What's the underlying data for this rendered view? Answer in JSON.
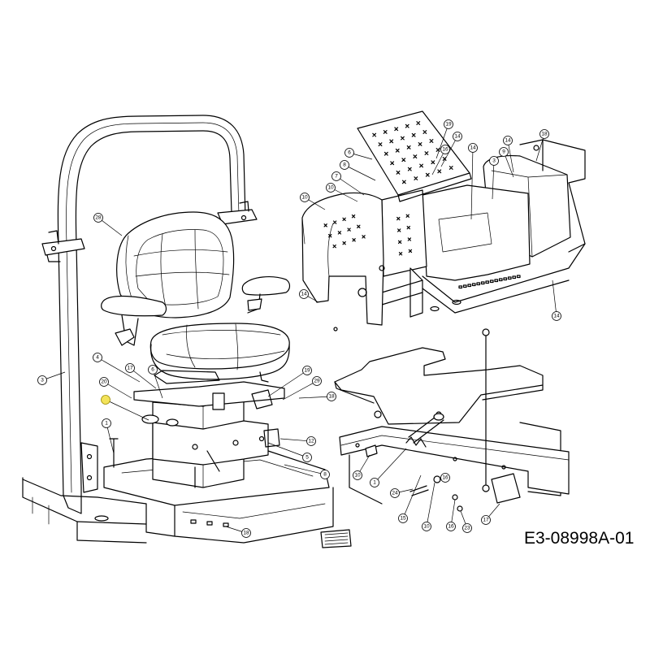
{
  "diagram": {
    "reference_code": "E3-08998A-01",
    "callouts": [
      "3",
      "28",
      "4",
      "17",
      "20",
      "6",
      "1",
      "19",
      "29",
      "18",
      "12",
      "5",
      "8",
      "18",
      "19",
      "14",
      "16",
      "14",
      "14",
      "18",
      "6",
      "8",
      "7",
      "10",
      "10",
      "3",
      "9",
      "14",
      "14",
      "10",
      "1",
      "24",
      "15",
      "10",
      "16",
      "16",
      "23",
      "17"
    ]
  },
  "colors": {
    "line": "#000000",
    "background": "#ffffff",
    "highlight": "#f3e35a"
  }
}
